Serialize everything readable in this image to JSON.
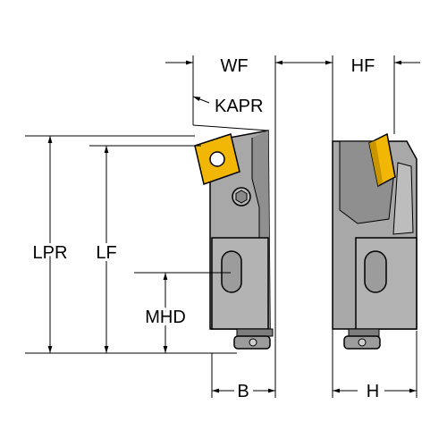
{
  "labels": {
    "wf": "WF",
    "hf": "HF",
    "kapr": "KAPR",
    "lpr": "LPR",
    "lf": "LF",
    "mhd": "MHD",
    "b": "B",
    "h": "H"
  },
  "colors": {
    "body": "#a8a8a8",
    "body_dark": "#8f8f8f",
    "body_light": "#c8c8c8",
    "insert": "#f2b705",
    "insert_dark": "#c99600",
    "line": "#000000"
  }
}
